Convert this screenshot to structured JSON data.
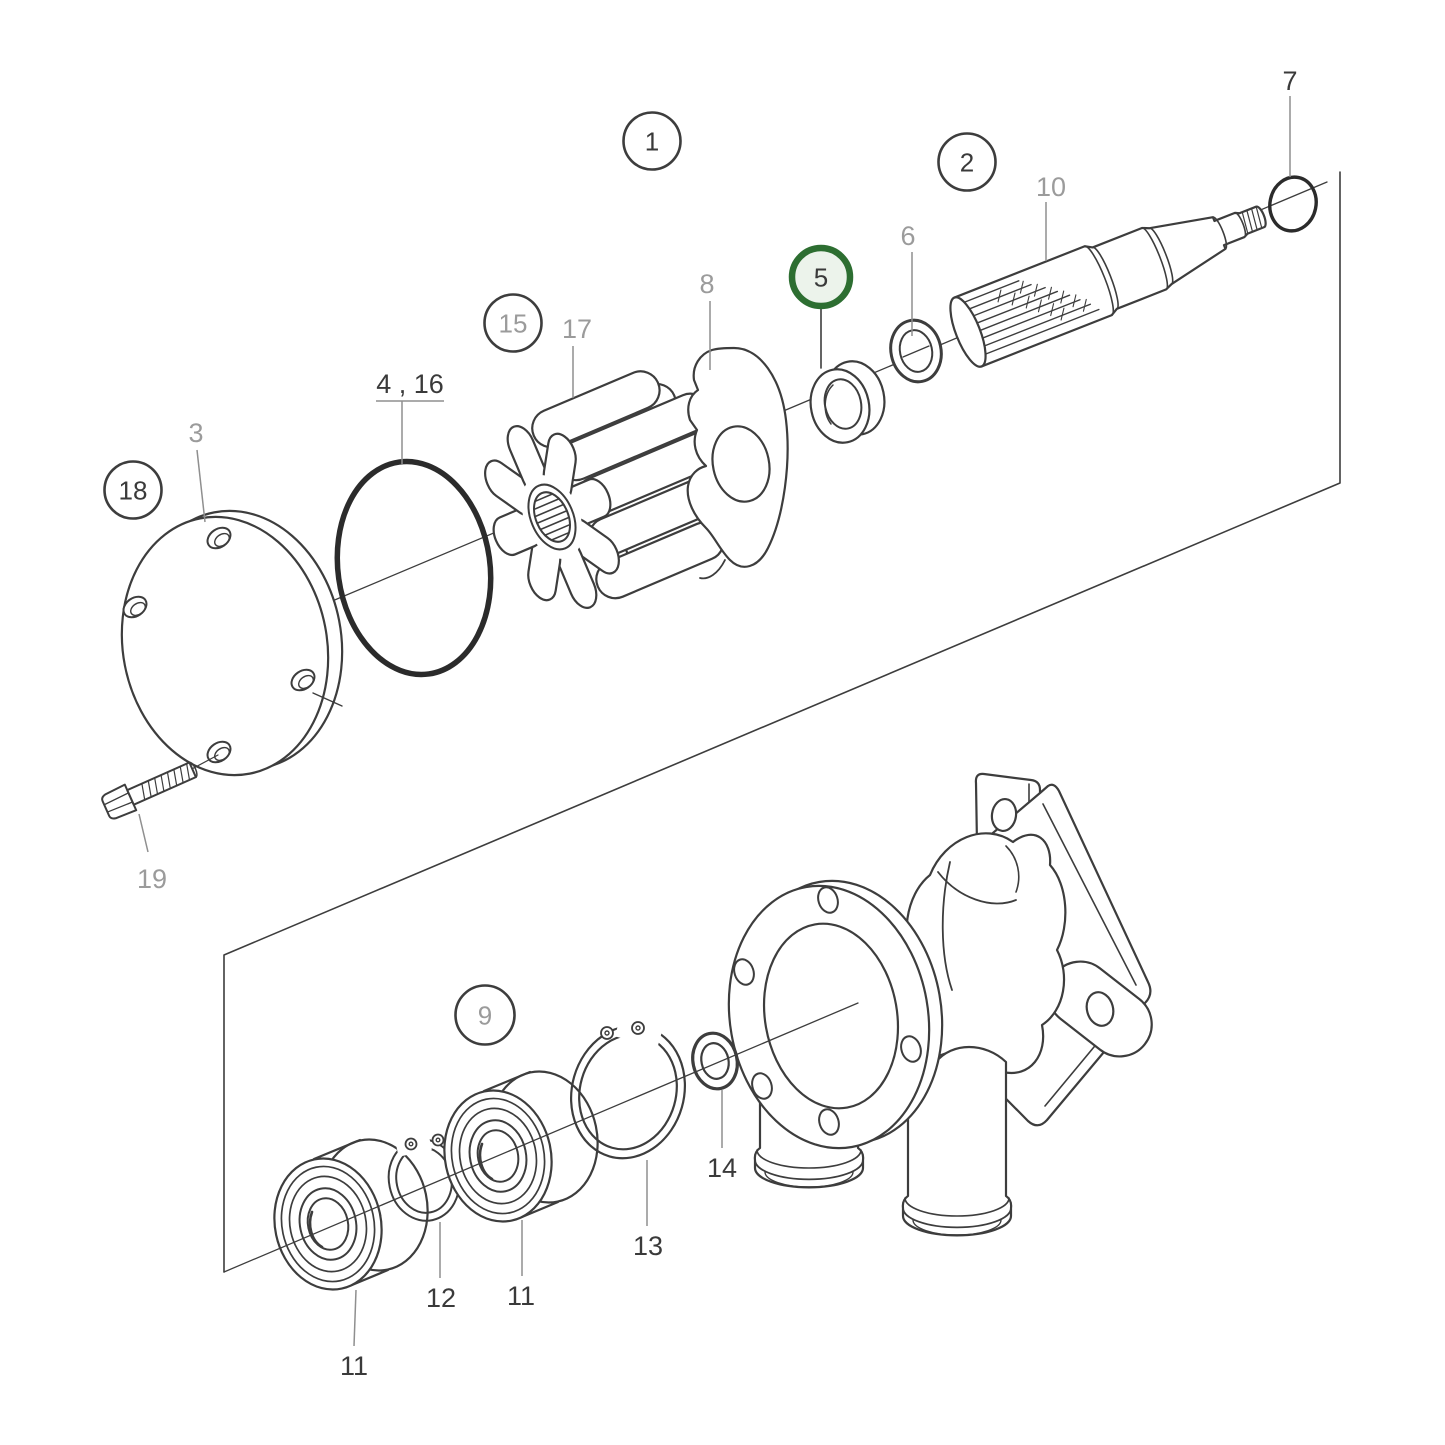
{
  "diagram": {
    "kind": "exploded-parts-diagram",
    "background_color": "#ffffff",
    "line_color": "#3d3d3d",
    "thick_ring_color": "#2b2b2b",
    "leader_line_color": "#8f8f8f",
    "gray_label_color": "#9b9b9b",
    "dark_label_color": "#3a3a3a",
    "highlight": {
      "label": "5",
      "ring_color": "#2d6e31",
      "fill_color": "#ecf3eb"
    },
    "callouts": {
      "c1": "1",
      "c2": "2",
      "c9": "9",
      "c15": "15",
      "c18": "18"
    },
    "part_labels": {
      "p3": "3",
      "p4_16": "4 , 16",
      "p6": "6",
      "p7": "7",
      "p8": "8",
      "p10": "10",
      "p11_left": "11",
      "p11_mid": "11",
      "p12": "12",
      "p13": "13",
      "p14": "14",
      "p17": "17",
      "p19": "19"
    }
  }
}
